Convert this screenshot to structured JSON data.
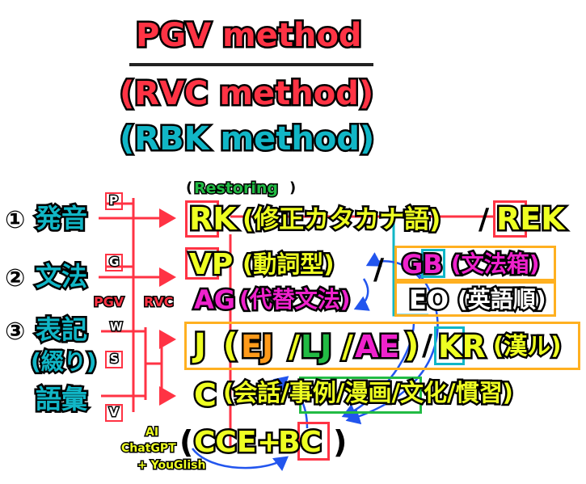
{
  "title": {
    "main": "PGV method",
    "alt1": "(RVC method)",
    "alt2": "(RBK method)"
  },
  "left": {
    "item1": {
      "num": "①",
      "label": "発音"
    },
    "item2": {
      "num": "②",
      "label": "文法"
    },
    "item3": {
      "num": "③",
      "label": "表記",
      "sub": "(綴り)"
    },
    "item4": {
      "label": "語彙"
    }
  },
  "tags": {
    "p": "P",
    "g": "G",
    "w": "W",
    "s": "S",
    "v": "V",
    "pgv": "PGV",
    "rvc": "RVC"
  },
  "ai": {
    "l1": "AI",
    "l2": "ChatGPT",
    "l3": "+ YouGlish"
  },
  "right": {
    "restoring": "Restoring",
    "paren_open": "(",
    "paren_close": ")",
    "rk": "RK",
    "rk_note": "(修正カタカナ語)",
    "slash": "/",
    "rek": "REK",
    "vp": "VP",
    "vp_note": "(動詞型)",
    "gb": "GB",
    "gb_note": "(文法箱)",
    "ag": "AG",
    "ag_note": "(代替文法)",
    "eo": "EO",
    "eo_note": "(英語順)",
    "j": "J",
    "j_open": "(",
    "ej": "EJ",
    "lj": "LJ",
    "ae": "AE",
    "j_close": ")",
    "kr": "KR",
    "kr_note": "(漢ル)",
    "c": "C",
    "c_note": "(会話/事例/漫画/文化/慣習)",
    "cce_open": "(",
    "cce": "CCE",
    "plus": "+",
    "bc": "BC",
    "cce_close": ")"
  },
  "colors": {
    "red": "#ff3344",
    "teal": "#11b6c6",
    "yellow": "#eeff22",
    "magenta": "#ee22cc",
    "orange": "#ff9a1a",
    "green": "#22bb44",
    "blue": "#2255ee"
  }
}
